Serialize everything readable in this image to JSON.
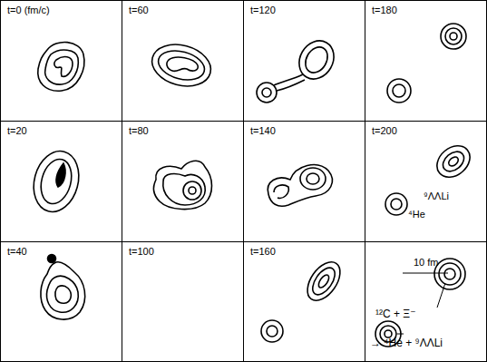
{
  "diagram": {
    "nodes": [
      {
        "text": [
          "t=0 (fm/c)"
        ]
      },
      {
        "text": [
          "t=60"
        ]
      },
      {
        "text": [
          "t=120"
        ]
      },
      {
        "text": [
          "t=180"
        ]
      },
      {
        "text": [
          "t=20"
        ]
      },
      {
        "text": [
          "t=80"
        ]
      },
      {
        "text": [
          "t=140"
        ]
      },
      {
        "text": [
          "t=200",
          "⁹ΛΛLi",
          "⁴He"
        ]
      },
      {
        "text": [
          "t=40"
        ]
      },
      {
        "text": [
          "t=100"
        ]
      },
      {
        "text": [
          "t=160"
        ]
      },
      {
        "text": [
          "10 fm",
          "¹²C + Ξ⁻",
          "→ ⁴He + ⁹ΛΛLi"
        ]
      }
    ]
  }
}
